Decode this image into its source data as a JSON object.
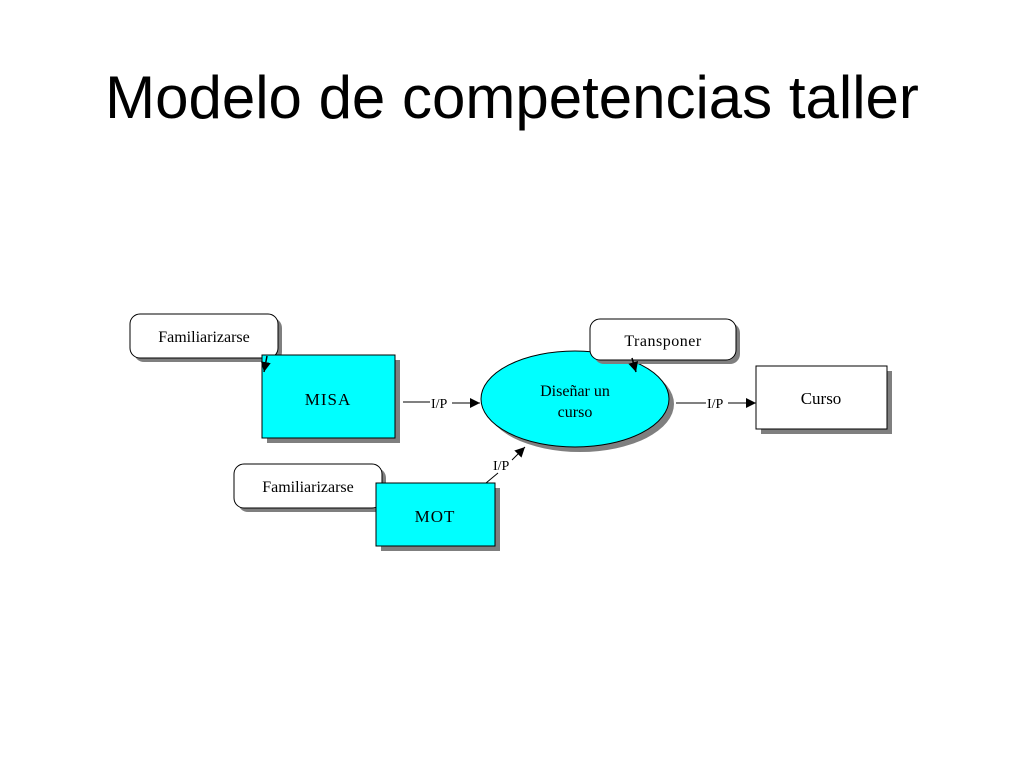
{
  "slide": {
    "title": "Modelo de competencias taller"
  },
  "diagram": {
    "nodes": {
      "familiarizarse_top": "Familiarizarse",
      "misa": "MISA",
      "disenar_line1": "Diseñar un",
      "disenar_line2": "curso",
      "transponer": "Transponer",
      "curso": "Curso",
      "familiarizarse_bottom": "Familiarizarse",
      "mot": "MOT"
    },
    "links": {
      "misa_to_disenar": "I/P",
      "mot_to_disenar": "I/P",
      "disenar_to_curso": "I/P"
    },
    "colors": {
      "knowledge_fill": "#00ffff",
      "shadow": "#7f7f7f",
      "outline": "#000000",
      "background": "#ffffff"
    }
  }
}
